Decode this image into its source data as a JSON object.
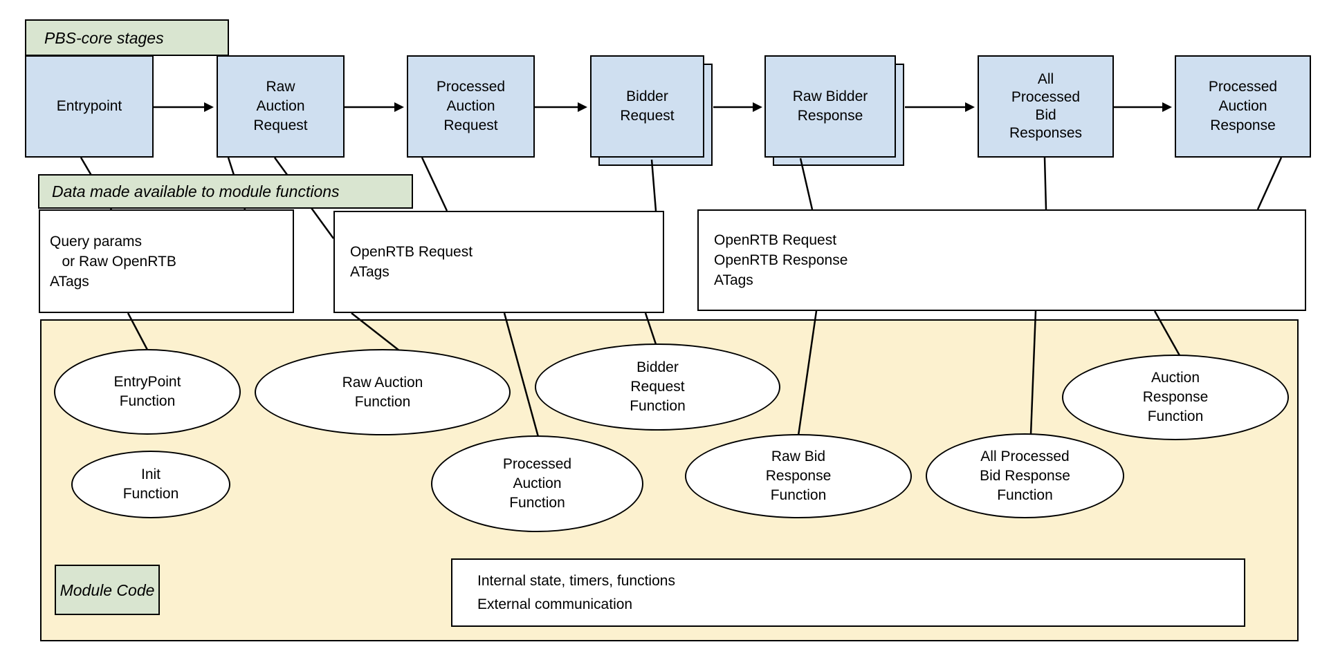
{
  "titles": {
    "pbs_core_stages": "PBS-core stages",
    "data_available": "Data made available to module functions",
    "module_code": "Module Code"
  },
  "colors": {
    "stage_fill": "#cfdff0",
    "label_fill": "#d9e5d0",
    "module_fill": "#fcf1cf",
    "outline": "#000000"
  },
  "stages": [
    {
      "label": "Entrypoint"
    },
    {
      "label": "Raw\nAuction\nRequest"
    },
    {
      "label": "Processed\nAuction\nRequest"
    },
    {
      "label": "Bidder\nRequest",
      "stacked": true
    },
    {
      "label": "Raw Bidder\nResponse",
      "stacked": true
    },
    {
      "label": "All\nProcessed\nBid\nResponses"
    },
    {
      "label": "Processed\nAuction\nResponse"
    }
  ],
  "data_boxes": [
    {
      "text": "Query params\n   or Raw OpenRTB\nATags"
    },
    {
      "text": "OpenRTB Request\nATags"
    },
    {
      "text": "OpenRTB Request\nOpenRTB Response\nATags"
    }
  ],
  "functions": [
    {
      "label": "EntryPoint\nFunction"
    },
    {
      "label": "Init\nFunction"
    },
    {
      "label": "Raw Auction\nFunction"
    },
    {
      "label": "Processed\nAuction\nFunction"
    },
    {
      "label": "Bidder\nRequest\nFunction"
    },
    {
      "label": "Raw Bid\nResponse\nFunction"
    },
    {
      "label": "All Processed\nBid Response\nFunction"
    },
    {
      "label": "Auction\nResponse\nFunction"
    }
  ],
  "module_internal": {
    "text": "Internal state, timers, functions\nExternal communication"
  }
}
